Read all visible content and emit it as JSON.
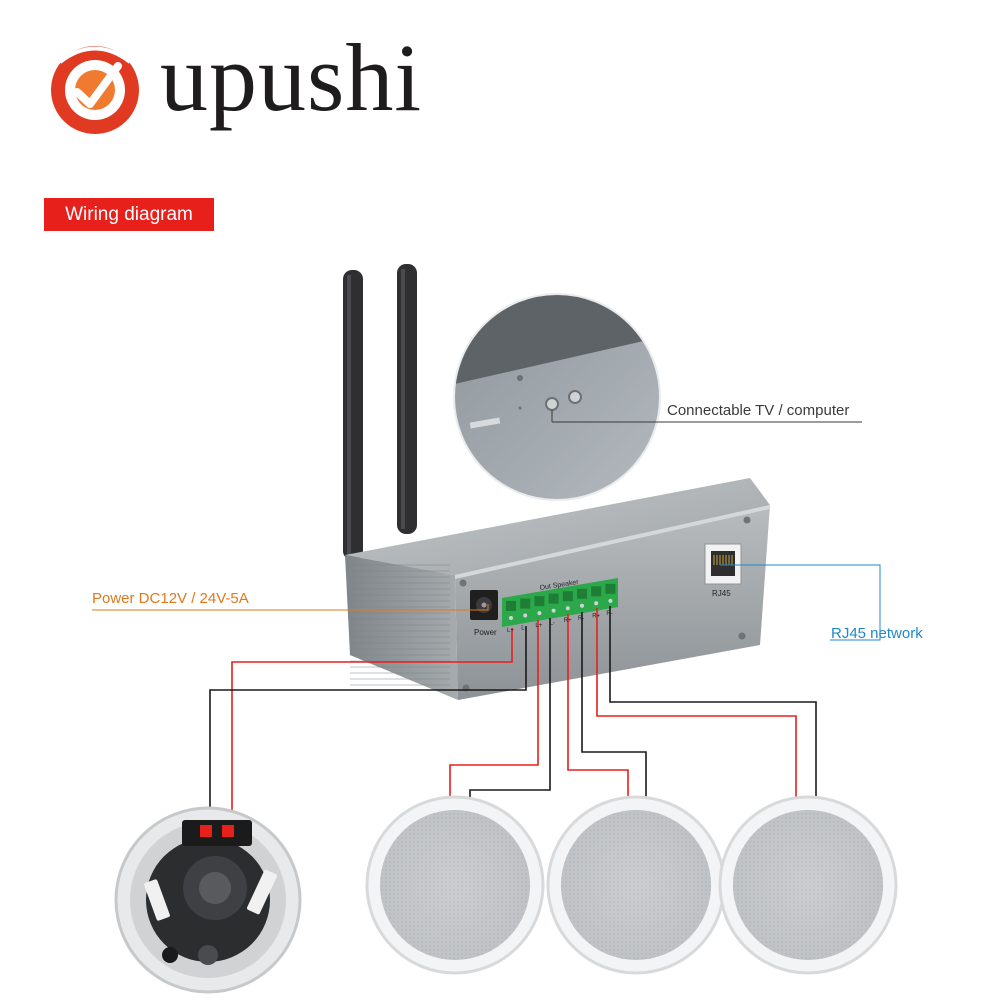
{
  "brand": {
    "name": "upushi",
    "logo_colors": {
      "primary": "#e03a22",
      "accent": "#f07a30"
    }
  },
  "section": {
    "title": "Wiring diagram",
    "color": "#e8201c"
  },
  "device": {
    "power_port_label": "Power",
    "terminal_block_label": "Out Speaker",
    "terminal_pins": [
      "L+",
      "L-",
      "L+",
      "L-",
      "R+",
      "R-",
      "R+",
      "R-"
    ],
    "rj45_port_label": "RJ45",
    "antenna_count": 2
  },
  "callouts": {
    "tv_computer": "Connectable TV / computer",
    "power": "Power DC12V / 24V-5A",
    "rj45": "RJ45 network"
  },
  "colors": {
    "power_line": "#e0781a",
    "network_line": "#1e88c8",
    "wire_positive": "#e8201c",
    "wire_negative": "#1a1a1a",
    "terminal_green": "#2aa84a"
  },
  "speakers": [
    {
      "kind": "back-view"
    },
    {
      "kind": "front-view"
    },
    {
      "kind": "front-view"
    },
    {
      "kind": "front-view"
    }
  ]
}
